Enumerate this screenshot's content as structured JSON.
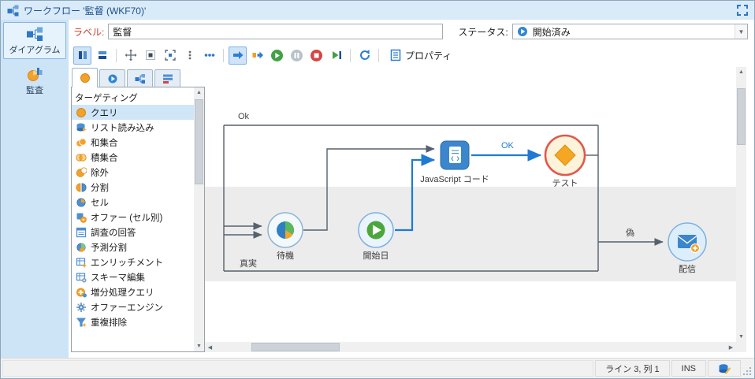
{
  "window": {
    "title": "ワークフロー '監督 (WKF70)'",
    "title_icon": "workflow-icon",
    "expand_icon": "fullscreen-icon"
  },
  "sidebar": {
    "items": [
      {
        "label": "ダイアグラム",
        "icon": "diagram-icon",
        "selected": true
      },
      {
        "label": "監査",
        "icon": "audit-icon",
        "selected": false
      }
    ]
  },
  "form": {
    "label_caption": "ラベル:",
    "label_value": "監督",
    "status_caption": "ステータス:",
    "status_value": "開始済み",
    "status_icon": "started-play-icon"
  },
  "toolbar": {
    "properties_label": "プロパティ",
    "buttons": [
      "view-diagram",
      "view-overview",
      "zoom-fit",
      "zoom-actual-size",
      "zoom-selection",
      "more-vertical",
      "more-horizontal",
      "show-progress",
      "simulate",
      "start",
      "pause",
      "stop",
      "restart",
      "refresh",
      "properties"
    ],
    "active_buttons": [
      "view-diagram",
      "show-progress"
    ]
  },
  "palette": {
    "tabs": [
      {
        "icon": "targeting-tab-icon",
        "active": true
      },
      {
        "icon": "flow-control-tab-icon",
        "active": false
      },
      {
        "icon": "data-management-tab-icon",
        "active": false
      },
      {
        "icon": "formatting-tab-icon",
        "active": false
      }
    ],
    "group_header": "ターゲティング",
    "items": [
      {
        "label": "クエリ",
        "icon": "query-icon",
        "selected": true
      },
      {
        "label": "リスト読み込み",
        "icon": "list-load-icon",
        "selected": false
      },
      {
        "label": "和集合",
        "icon": "union-icon",
        "selected": false
      },
      {
        "label": "積集合",
        "icon": "intersection-icon",
        "selected": false
      },
      {
        "label": "除外",
        "icon": "exclusion-icon",
        "selected": false
      },
      {
        "label": "分割",
        "icon": "split-icon",
        "selected": false
      },
      {
        "label": "セル",
        "icon": "cell-icon",
        "selected": false
      },
      {
        "label": "オファー (セル別)",
        "icon": "offer-by-cell-icon",
        "selected": false
      },
      {
        "label": "調査の回答",
        "icon": "survey-answers-icon",
        "selected": false
      },
      {
        "label": "予測分割",
        "icon": "predictive-split-icon",
        "selected": false
      },
      {
        "label": "エンリッチメント",
        "icon": "enrichment-icon",
        "selected": false
      },
      {
        "label": "スキーマ編集",
        "icon": "edit-schema-icon",
        "selected": false
      },
      {
        "label": "増分処理クエリ",
        "icon": "incremental-query-icon",
        "selected": false
      },
      {
        "label": "オファーエンジン",
        "icon": "offer-engine-icon",
        "selected": false
      },
      {
        "label": "重複排除",
        "icon": "deduplication-icon",
        "selected": false
      }
    ]
  },
  "canvas": {
    "nodes": [
      {
        "label": "待機",
        "icon": "wait-icon",
        "selected": false
      },
      {
        "label": "開始日",
        "icon": "start-date-icon",
        "selected": false
      },
      {
        "label": "JavaScript コード",
        "icon": "javascript-code-icon",
        "selected": false
      },
      {
        "label": "テスト",
        "icon": "test-diamond-icon",
        "selected": true
      },
      {
        "label": "配信",
        "icon": "delivery-icon",
        "selected": false
      }
    ],
    "edge_labels": {
      "ok_branch": "Ok",
      "js_result": "OK",
      "true_branch": "真実",
      "false_branch": "偽"
    }
  },
  "statusbar": {
    "cursor_position": "ライン 3, 列 1",
    "insert_mode": "INS",
    "right_icon": "script-edit-icon"
  }
}
